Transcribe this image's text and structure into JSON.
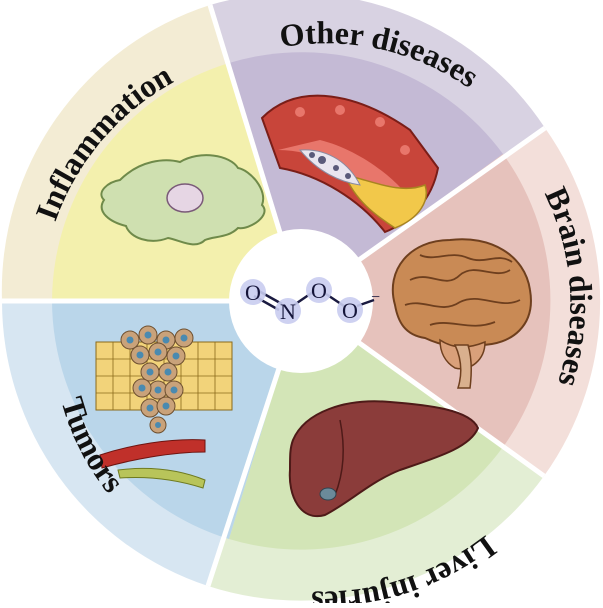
{
  "center": {
    "molecule_atoms": [
      "O",
      "N",
      "O",
      "O"
    ],
    "charge_sign": "−"
  },
  "sectors": [
    {
      "id": "other-diseases",
      "label": "Other diseases",
      "outer_color": "#d8d2e2",
      "inner_color": "#c4bad5",
      "icon": "blood-vessel-plaque-icon"
    },
    {
      "id": "brain-diseases",
      "label": "Brain diseases",
      "outer_color": "#f3dfda",
      "inner_color": "#e6c2bc",
      "icon": "brain-icon"
    },
    {
      "id": "liver-injuries",
      "label": "Liver injuries",
      "outer_color": "#e3eed4",
      "inner_color": "#d3e5b7",
      "icon": "liver-icon"
    },
    {
      "id": "tumors",
      "label": "Tumors",
      "outer_color": "#d7e6f2",
      "inner_color": "#bad6ea",
      "icon": "tumor-cells-icon"
    },
    {
      "id": "inflammation",
      "label": "Inflammation",
      "outer_color": "#f3ecd4",
      "inner_color": "#f3f0ad",
      "icon": "macrophage-cell-icon"
    }
  ]
}
